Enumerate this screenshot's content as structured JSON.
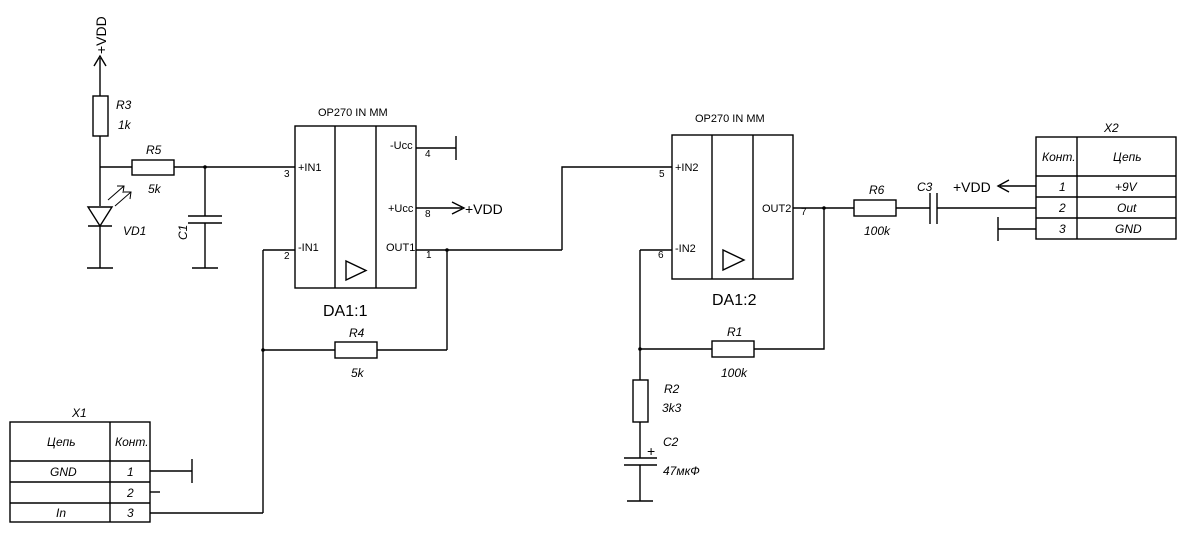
{
  "components": {
    "R3": {
      "ref": "R3",
      "value": "1k"
    },
    "R5": {
      "ref": "R5",
      "value": "5k"
    },
    "C1": {
      "ref": "C1"
    },
    "VD1": {
      "ref": "VD1"
    },
    "R4": {
      "ref": "R4",
      "value": "5k"
    },
    "R1": {
      "ref": "R1",
      "value": "100k"
    },
    "R2": {
      "ref": "R2",
      "value": "3k3"
    },
    "C2": {
      "ref": "C2",
      "value": "47мкФ"
    },
    "R6": {
      "ref": "R6",
      "value": "100k"
    },
    "C3": {
      "ref": "C3"
    }
  },
  "power": {
    "vdd": "+VDD"
  },
  "opamps": {
    "da1_1": {
      "part": "OP270 IN MM",
      "label": "DA1:1",
      "pins": {
        "ucc_neg": "-Ucc",
        "ucc_pos": "+Ucc",
        "in_pos": "+IN1",
        "in_neg": "-IN1",
        "out": "OUT1"
      },
      "numbers": {
        "in_pos": "3",
        "in_neg": "2",
        "ucc_neg": "4",
        "ucc_pos": "8",
        "out": "1"
      }
    },
    "da1_2": {
      "part": "OP270 IN MM",
      "label": "DA1:2",
      "pins": {
        "in_pos": "+IN2",
        "in_neg": "-IN2",
        "out": "OUT2"
      },
      "numbers": {
        "in_pos": "5",
        "in_neg": "6",
        "out": "7"
      }
    }
  },
  "connectors": {
    "x1": {
      "ref": "X1",
      "header": {
        "net": "Цепь",
        "pin": "Конт."
      },
      "rows": [
        {
          "net": "GND",
          "pin": "1"
        },
        {
          "net": "",
          "pin": "2"
        },
        {
          "net": "In",
          "pin": "3"
        }
      ]
    },
    "x2": {
      "ref": "X2",
      "header": {
        "pin": "Конт.",
        "net": "Цепь"
      },
      "rows": [
        {
          "pin": "1",
          "net": "+9V"
        },
        {
          "pin": "2",
          "net": "Out"
        },
        {
          "pin": "3",
          "net": "GND"
        }
      ]
    }
  }
}
